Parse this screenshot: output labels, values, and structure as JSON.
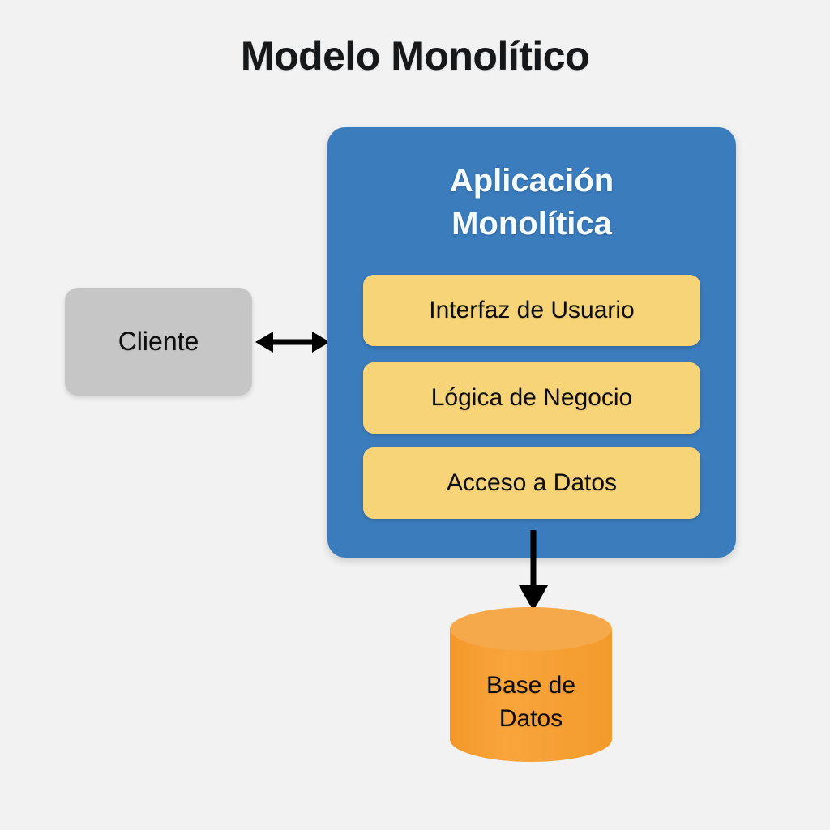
{
  "diagram": {
    "title": "Modelo Monolítico",
    "background_color": "#f2f2f2",
    "type": "architecture-diagram"
  },
  "client": {
    "label": "Cliente",
    "color": "#c6c6c6"
  },
  "monolith": {
    "title_line_1": "Aplicación",
    "title_line_2": "Monolítica",
    "color": "#3b7cbd",
    "title_color": "#f4fbff",
    "layers": [
      {
        "label": "Interfaz de Usuario",
        "color": "#f8d479"
      },
      {
        "label": "Lógica de Negocio",
        "color": "#f8d479"
      },
      {
        "label": "Acceso a Datos",
        "color": "#f8d479"
      }
    ]
  },
  "database": {
    "label_line_1": "Base de",
    "label_line_2": "Datos",
    "color": "#f59e2e",
    "top_color": "#f6a94a"
  },
  "connectors": [
    {
      "name": "client-to-monolith",
      "style": "bidirectional-arrow",
      "color": "#000000"
    },
    {
      "name": "data-access-to-database",
      "style": "downward-arrow",
      "color": "#000000"
    }
  ]
}
